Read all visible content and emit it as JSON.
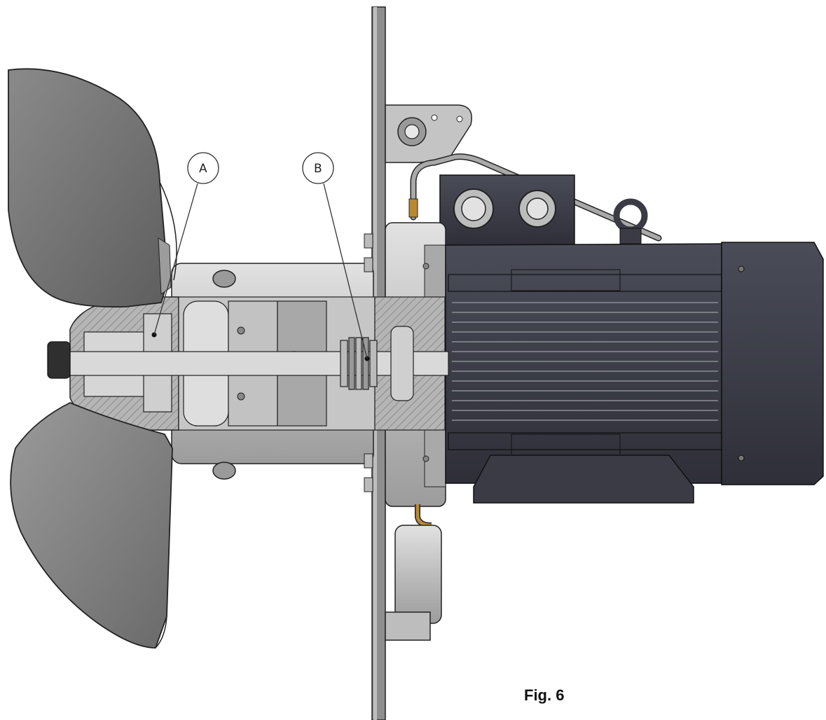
{
  "figure": {
    "caption": "Fig. 6",
    "callouts": [
      {
        "id": "A",
        "label": "A"
      },
      {
        "id": "B",
        "label": "B"
      }
    ]
  },
  "colors": {
    "metal_light": "#c9c9c9",
    "metal_mid": "#a8a8a8",
    "metal_dark": "#7a7a7a",
    "motor": "#3c3e4a",
    "motor_dark": "#2a2b34",
    "hatch": "#8c8c8c",
    "outline": "#222222"
  }
}
